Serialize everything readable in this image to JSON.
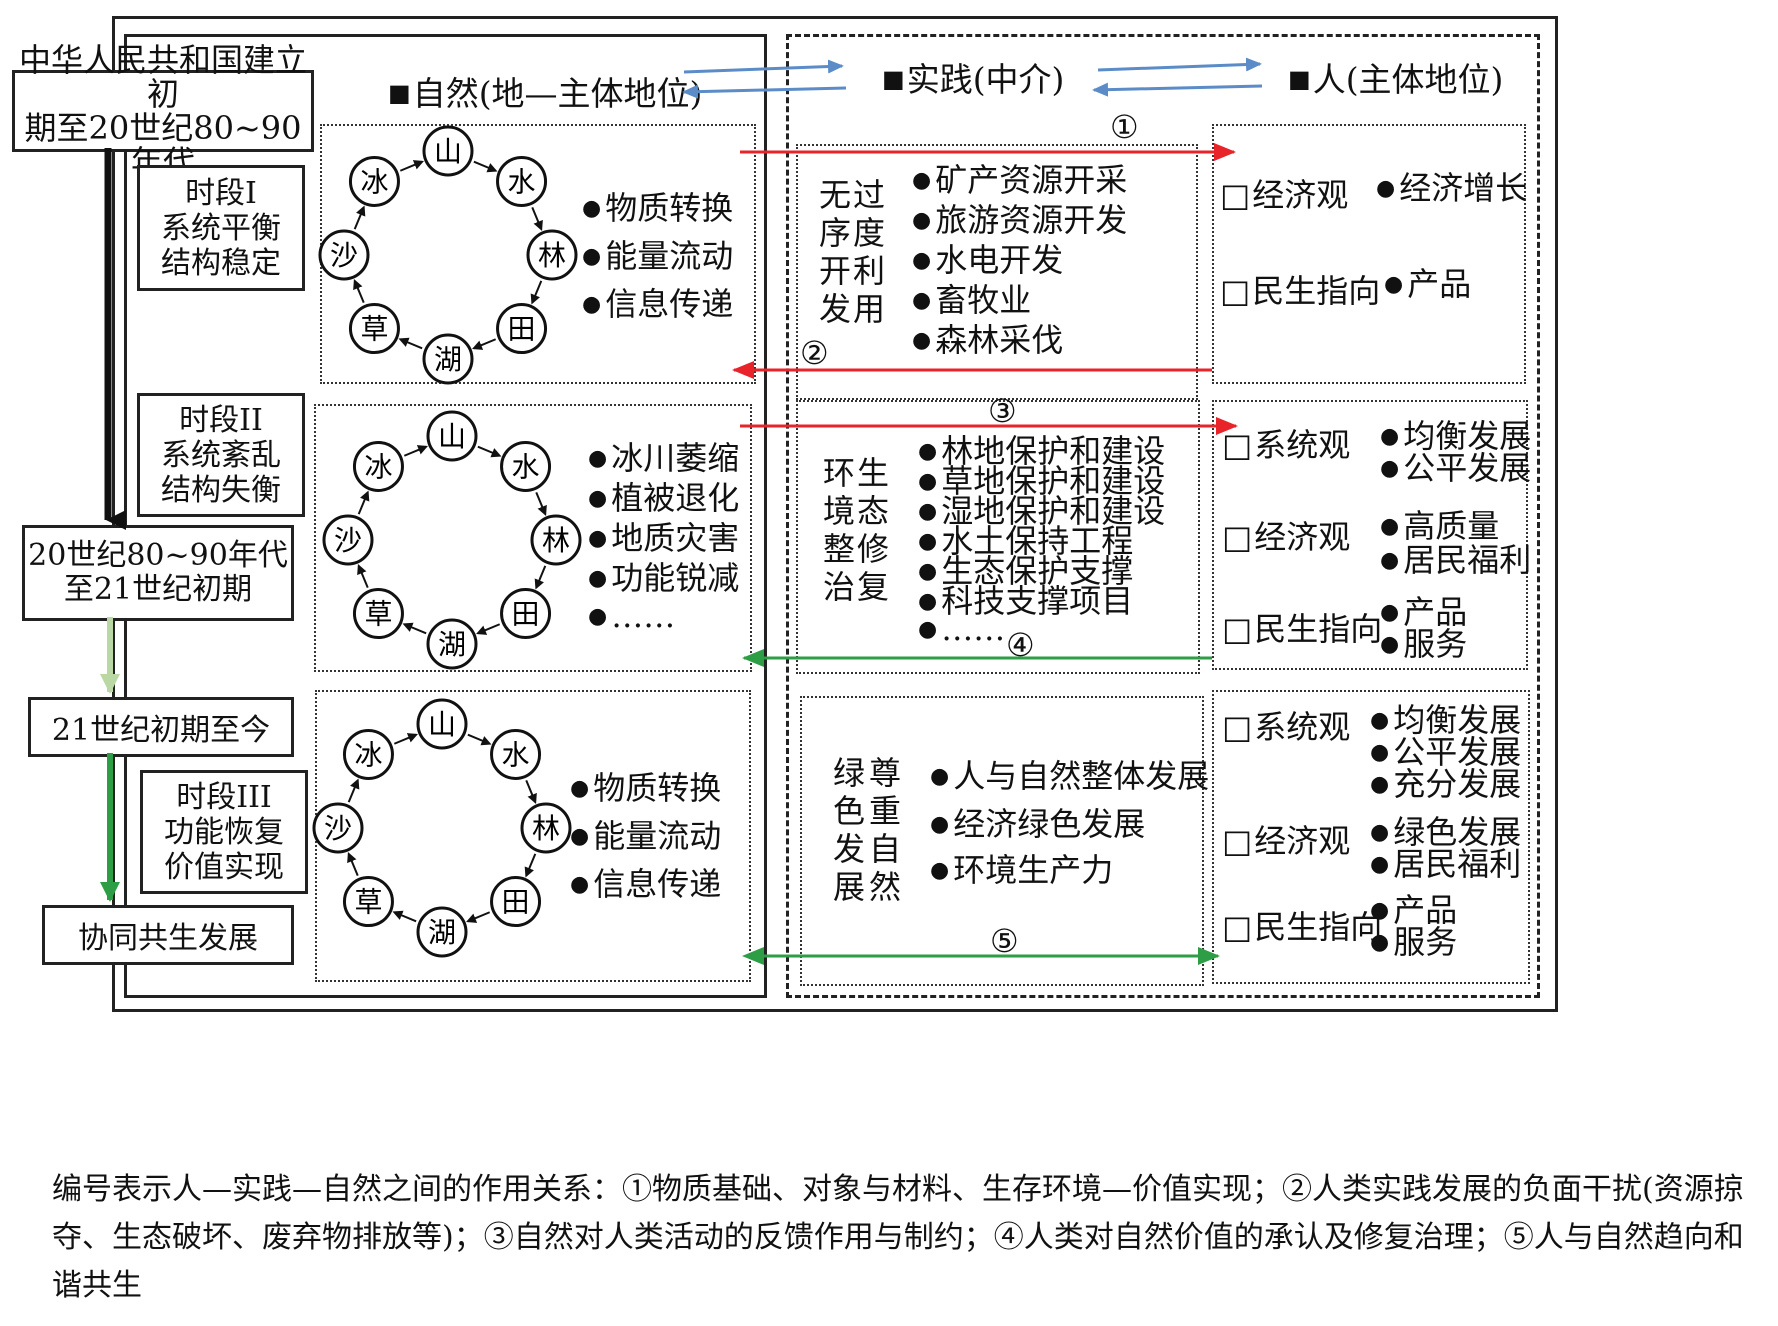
{
  "headers": {
    "nature": "自然(地—主体地位)",
    "practice": "实践(中介)",
    "human": "人(主体地位)"
  },
  "timeline": {
    "era1": [
      "中华人民共和国建立初",
      "期至20世纪80~90年代"
    ],
    "era2": [
      "20世纪80~90年代",
      "至21世纪初期"
    ],
    "era3": "21世纪初期至今",
    "era4": "协同共生发展"
  },
  "periods": [
    {
      "lines": [
        "时段I",
        "系统平衡",
        "结构稳定"
      ]
    },
    {
      "lines": [
        "时段II",
        "系统紊乱",
        "结构失衡"
      ]
    },
    {
      "lines": [
        "时段III",
        "功能恢复",
        "价值实现"
      ]
    }
  ],
  "cycle_nodes": [
    "山",
    "水",
    "林",
    "田",
    "湖",
    "草",
    "沙",
    "冰"
  ],
  "nature_bullets": [
    [
      "物质转换",
      "能量流动",
      "信息传递"
    ],
    [
      "冰川萎缩",
      "植被退化",
      "地质灾害",
      "功能锐减",
      "……"
    ],
    [
      "物质转换",
      "能量流动",
      "信息传递"
    ]
  ],
  "practice": [
    {
      "title": "无序开发过度利用",
      "items": [
        "矿产资源开采",
        "旅游资源开发",
        "水电开发",
        "畜牧业",
        "森林采伐"
      ]
    },
    {
      "title": "环境整治生态修复",
      "items": [
        "林地保护和建设",
        "草地保护和建设",
        "湿地保护和建设",
        "水土保持工程",
        "生态保护支撑",
        "科技支撑项目",
        "……"
      ]
    },
    {
      "title": "绿色发展尊重自然",
      "items": [
        "人与自然整体发展",
        "经济绿色发展",
        "环境生产力"
      ]
    }
  ],
  "human": [
    {
      "views": [
        {
          "label": "经济观",
          "items": [
            "经济增长"
          ]
        },
        {
          "label": "民生指向",
          "items": [
            "产品"
          ]
        }
      ]
    },
    {
      "views": [
        {
          "label": "系统观",
          "items": [
            "均衡发展",
            "公平发展"
          ]
        },
        {
          "label": "经济观",
          "items": [
            "高质量",
            "居民福利"
          ]
        },
        {
          "label": "民生指向",
          "items": [
            "产品",
            "服务"
          ]
        }
      ]
    },
    {
      "views": [
        {
          "label": "系统观",
          "items": [
            "均衡发展",
            "公平发展",
            "充分发展"
          ]
        },
        {
          "label": "经济观",
          "items": [
            "绿色发展",
            "居民福利"
          ]
        },
        {
          "label": "民生指向",
          "items": [
            "产品",
            "服务"
          ]
        }
      ]
    }
  ],
  "relation_numbers": [
    "①",
    "②",
    "③",
    "④",
    "⑤"
  ],
  "caption": "编号表示人—实践—自然之间的作用关系：①物质基础、对象与材料、生存环境—价值实现；②人类实践发展的负面干扰(资源掠夺、生态破坏、废弃物排放等)；③自然对人类活动的反馈作用与制约；④人类对自然价值的承认及修复治理；⑤人与自然趋向和谐共生",
  "colors": {
    "red": "#e8232a",
    "green": "#2e9e46",
    "blue": "#5b8cc7",
    "lightgreen": "#b9d8a3"
  }
}
